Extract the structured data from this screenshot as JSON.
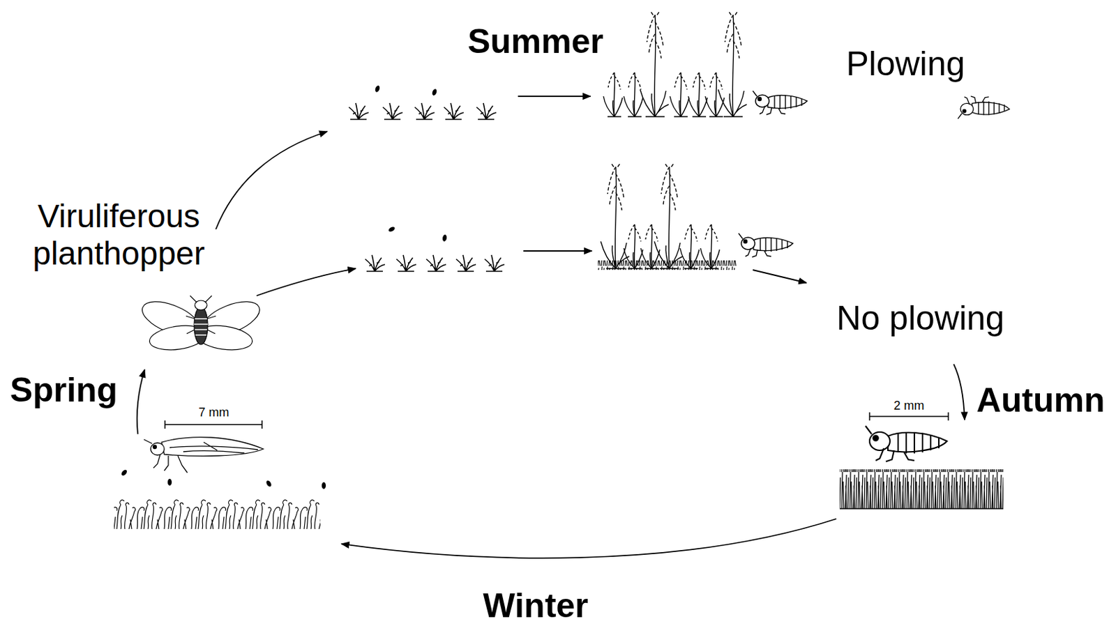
{
  "diagram": {
    "labels": [
      "Summer",
      "Plowing",
      "Viruliferous planthopper",
      "No plowing",
      "Spring",
      "Autumn",
      "7 mm",
      "2 mm",
      "Winter"
    ]
  }
}
